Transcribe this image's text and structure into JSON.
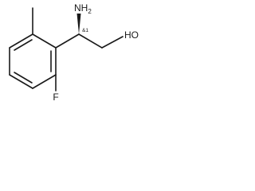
{
  "structure": {
    "atom_labels": {
      "amine_main": "NH",
      "amine_sub": "2",
      "hydroxyl": "HO",
      "fluorine": "F"
    },
    "stereo_annotation": "&1"
  }
}
